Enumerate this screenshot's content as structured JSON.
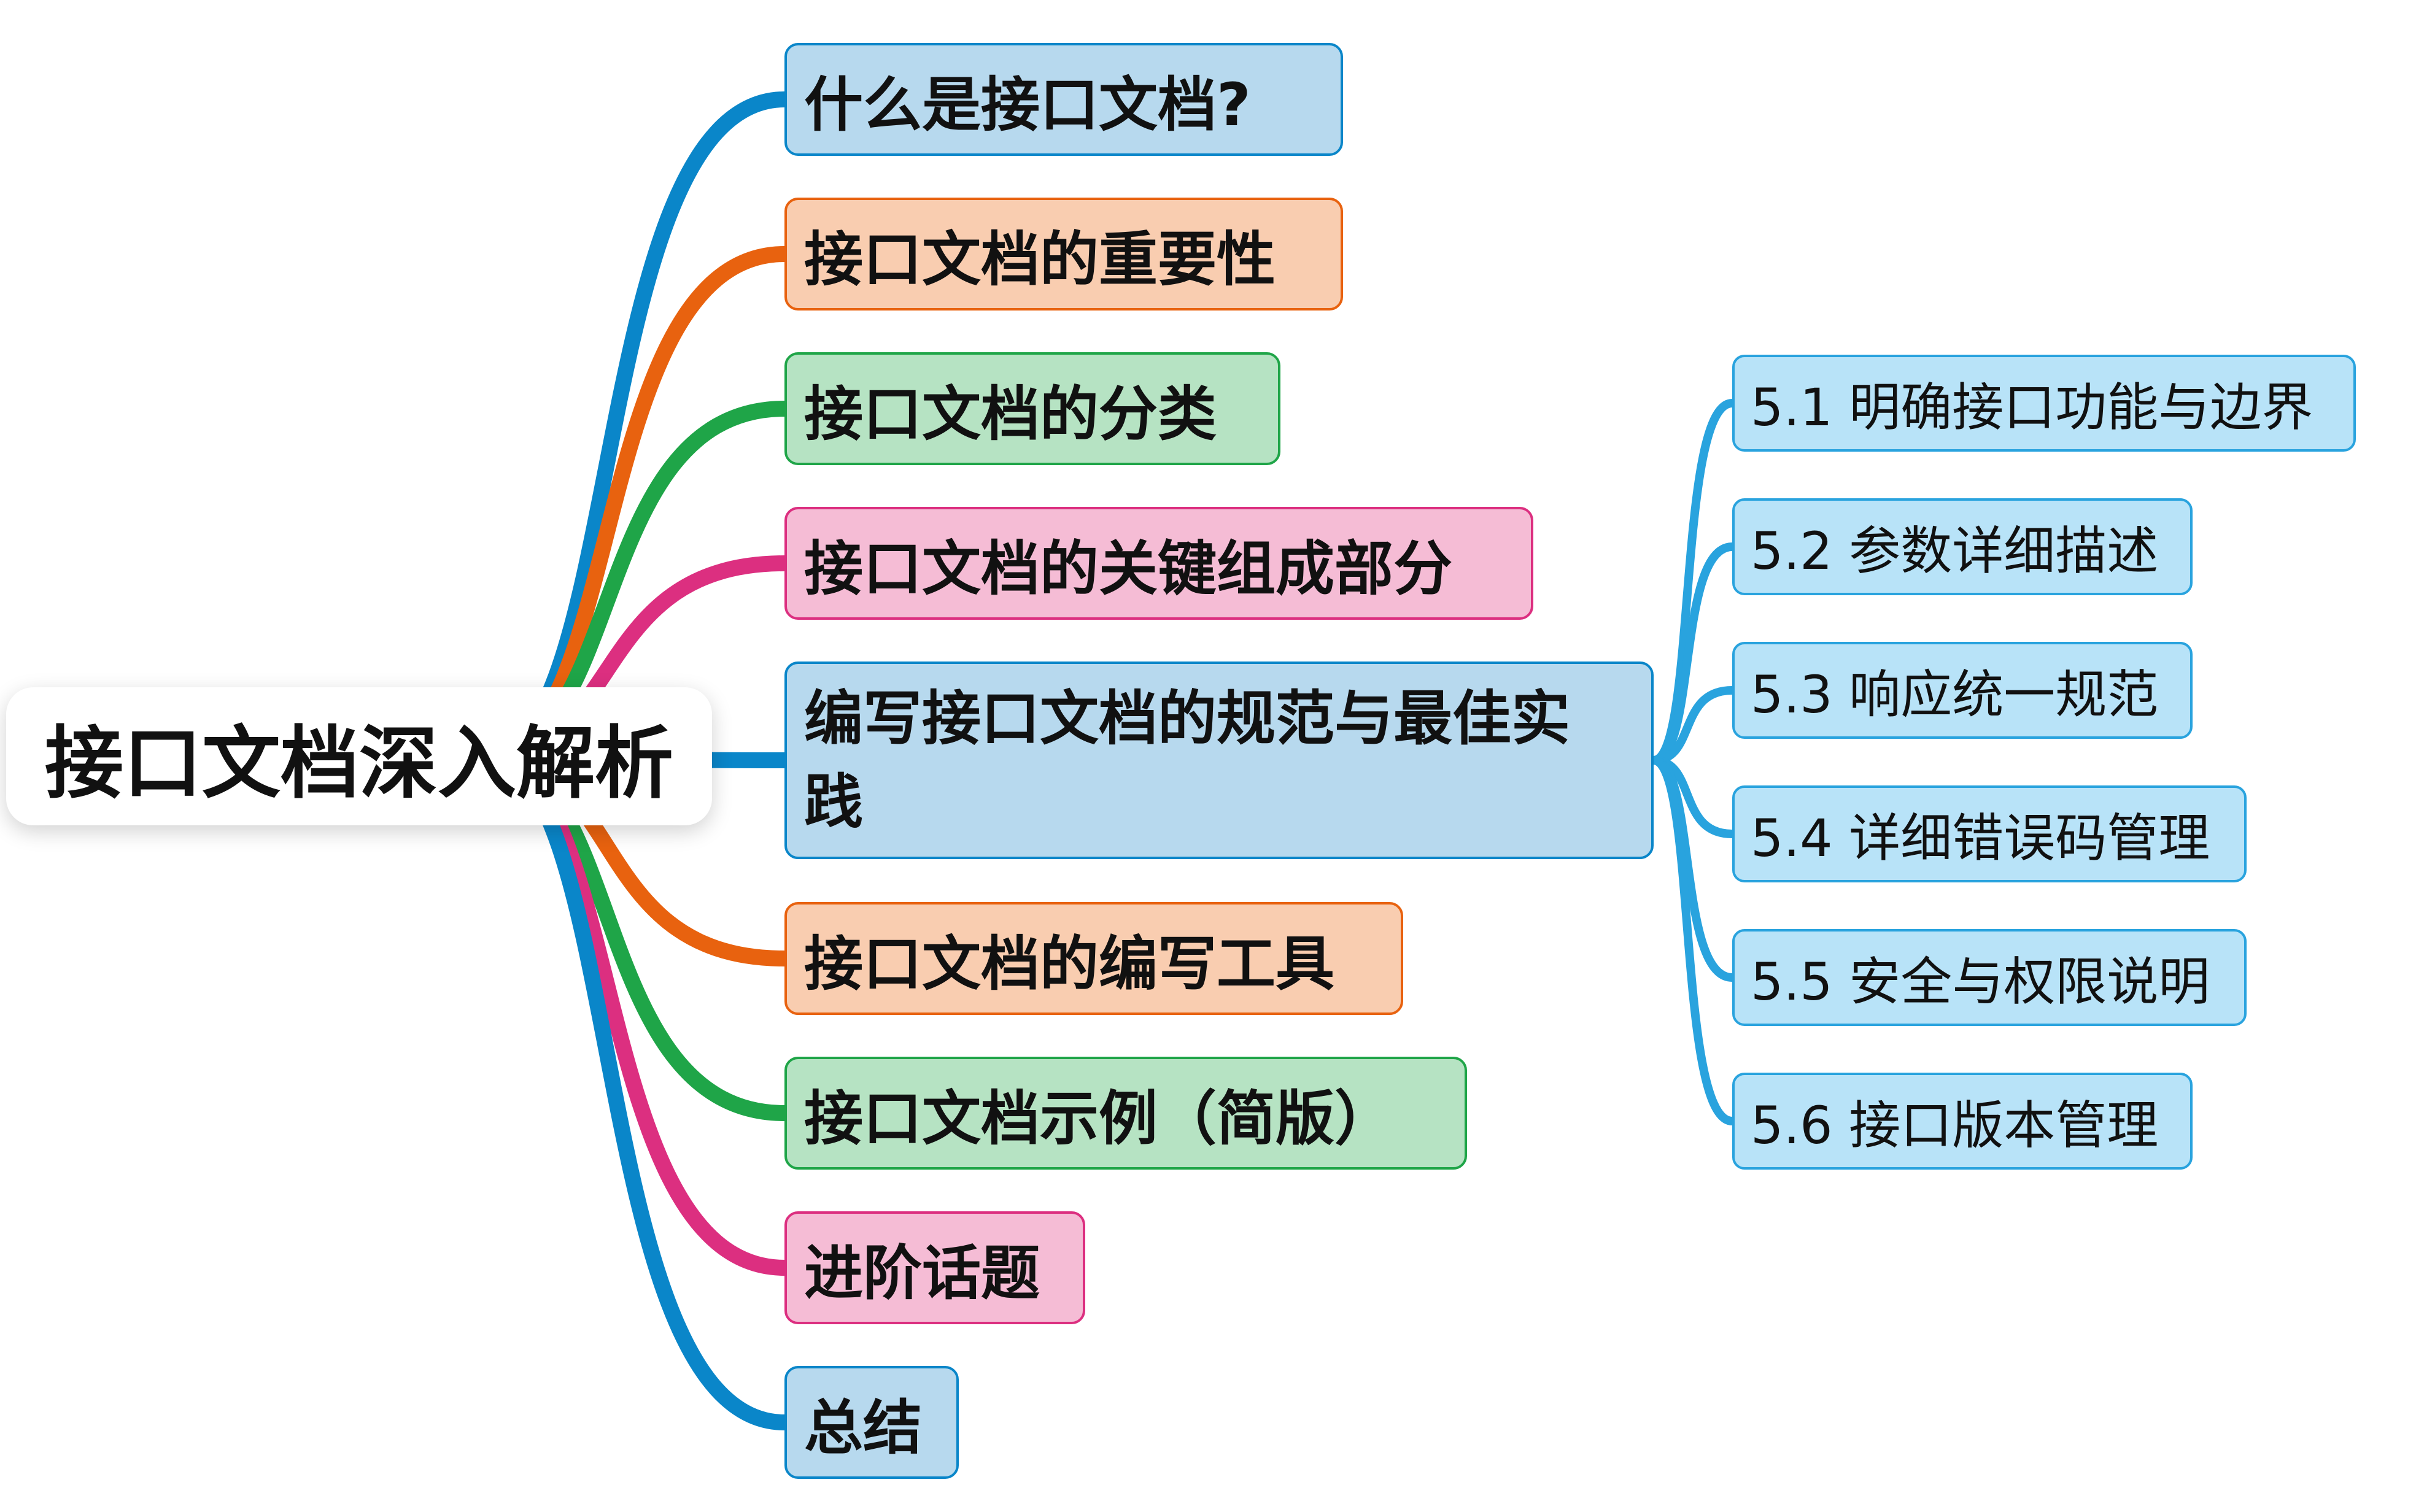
{
  "root": {
    "label": "接口文档深入解析"
  },
  "branches": [
    {
      "label": "什么是接口文档?",
      "color": "#0a86c9",
      "fill": "#b7d9ee",
      "border": "#0a86c9"
    },
    {
      "label": "接口文档的重要性",
      "color": "#e8620f",
      "fill": "#f9cdb0",
      "border": "#e8620f"
    },
    {
      "label": "接口文档的分类",
      "color": "#1fa548",
      "fill": "#b6e3c3",
      "border": "#1fa548"
    },
    {
      "label": "接口文档的关键组成部分",
      "color": "#dc2f80",
      "fill": "#f5bcd5",
      "border": "#dc2f80"
    },
    {
      "label": "编写接口文档的规范与最佳实践",
      "color": "#0a86c9",
      "fill": "#b7d9ee",
      "border": "#0a86c9"
    },
    {
      "label": "接口文档的编写工具",
      "color": "#e8620f",
      "fill": "#f9cdb0",
      "border": "#e8620f"
    },
    {
      "label": "接口文档示例（简版）",
      "color": "#1fa548",
      "fill": "#b6e3c3",
      "border": "#1fa548"
    },
    {
      "label": "进阶话题",
      "color": "#dc2f80",
      "fill": "#f5bcd5",
      "border": "#dc2f80"
    },
    {
      "label": "总结",
      "color": "#0a86c9",
      "fill": "#b7d9ee",
      "border": "#0a86c9"
    }
  ],
  "subtopics": {
    "color": "#29a3de",
    "items": [
      {
        "label": "5.1 明确接口功能与边界"
      },
      {
        "label": "5.2 参数详细描述"
      },
      {
        "label": "5.3 响应统一规范"
      },
      {
        "label": "5.4 详细错误码管理"
      },
      {
        "label": "5.5 安全与权限说明"
      },
      {
        "label": "5.6 接口版本管理"
      }
    ]
  }
}
